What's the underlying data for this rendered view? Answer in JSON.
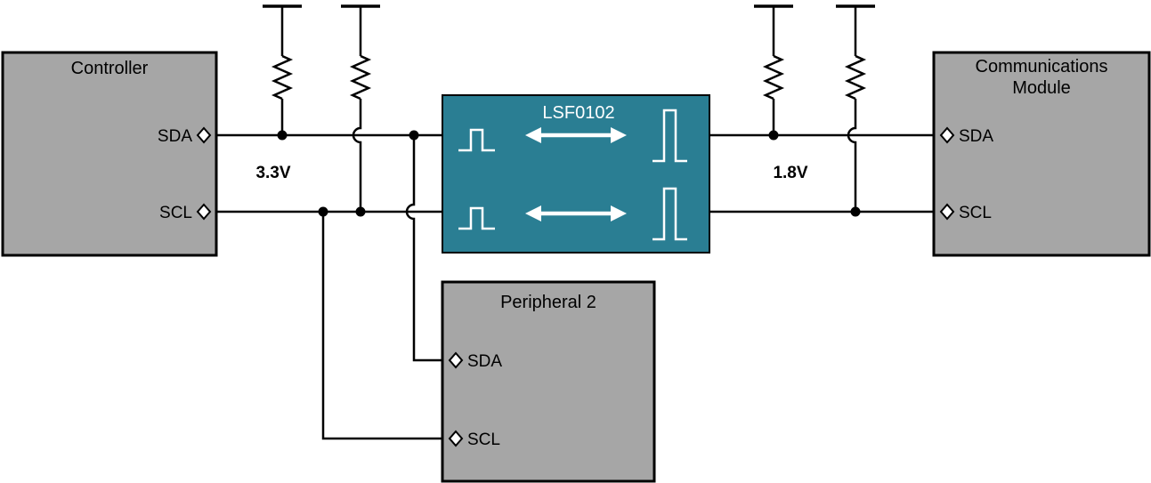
{
  "diagram": {
    "type": "schematic",
    "blocks": {
      "controller": {
        "title": "Controller",
        "pins": {
          "sda": "SDA",
          "scl": "SCL"
        }
      },
      "level_shifter": {
        "title": "LSF0102"
      },
      "comm_module": {
        "title_line1": "Communications",
        "title_line2": "Module",
        "pins": {
          "sda": "SDA",
          "scl": "SCL"
        }
      },
      "peripheral2": {
        "title": "Peripheral 2",
        "pins": {
          "sda": "SDA",
          "scl": "SCL"
        }
      }
    },
    "labels": {
      "left_rail_voltage": "3.3V",
      "right_rail_voltage": "1.8V"
    },
    "colors": {
      "block_gray": "#A6A6A6",
      "shifter_teal": "#2A7E93",
      "wire_black": "#000000",
      "waveform_white": "#FFFFFF",
      "background": "#FFFFFF"
    }
  }
}
